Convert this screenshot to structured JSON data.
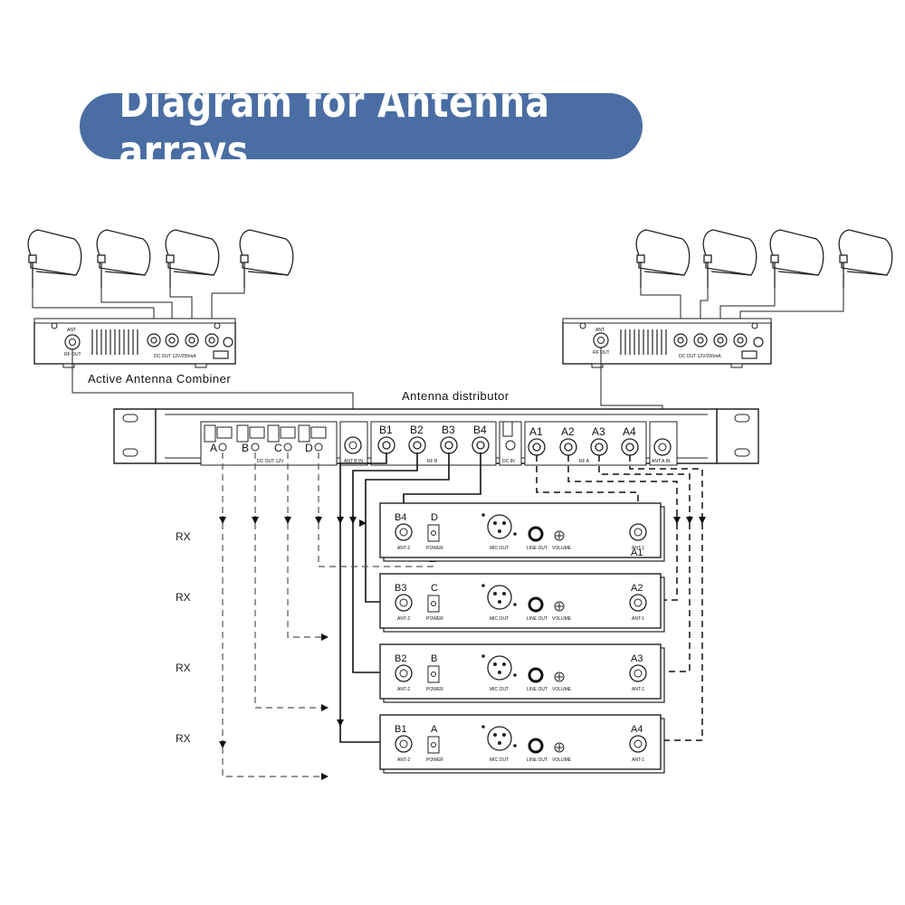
{
  "title": "Diagram for Antenna arrays",
  "labels": {
    "combiner": "Active  Antenna Combiner",
    "distributor": "Antenna distributor"
  },
  "distributor_ports": {
    "b": [
      "B1",
      "B2",
      "B3",
      "B4"
    ],
    "a": [
      "A1",
      "A2",
      "A3",
      "A4"
    ],
    "dc": [
      "A",
      "B",
      "C",
      "D"
    ]
  },
  "receivers": [
    {
      "left": "B4",
      "letter": "D",
      "right": "A1"
    },
    {
      "left": "B3",
      "letter": "C",
      "right": "A2"
    },
    {
      "left": "B2",
      "letter": "B",
      "right": "A3"
    },
    {
      "left": "B1",
      "letter": "A",
      "right": "A4"
    }
  ],
  "rx_label": "RX",
  "receiver_small": {
    "ant2": "ANT-2",
    "ant1": "ANT-1",
    "power": "POWER",
    "mic": "MIC OUT",
    "line": "LINE OUT",
    "vol": "VOLUME"
  },
  "distributor_small": {
    "dcout": "DC OUT 12V",
    "antb": "ANT B IN",
    "rfb": "RF B",
    "dcin": "DC IN",
    "rfa": "RF A",
    "anta": "ANT A IN"
  },
  "combiner_small": {
    "ant": "ANT",
    "rfout": "RF OUT",
    "dcout": "DC OUT 12V/250mA"
  }
}
